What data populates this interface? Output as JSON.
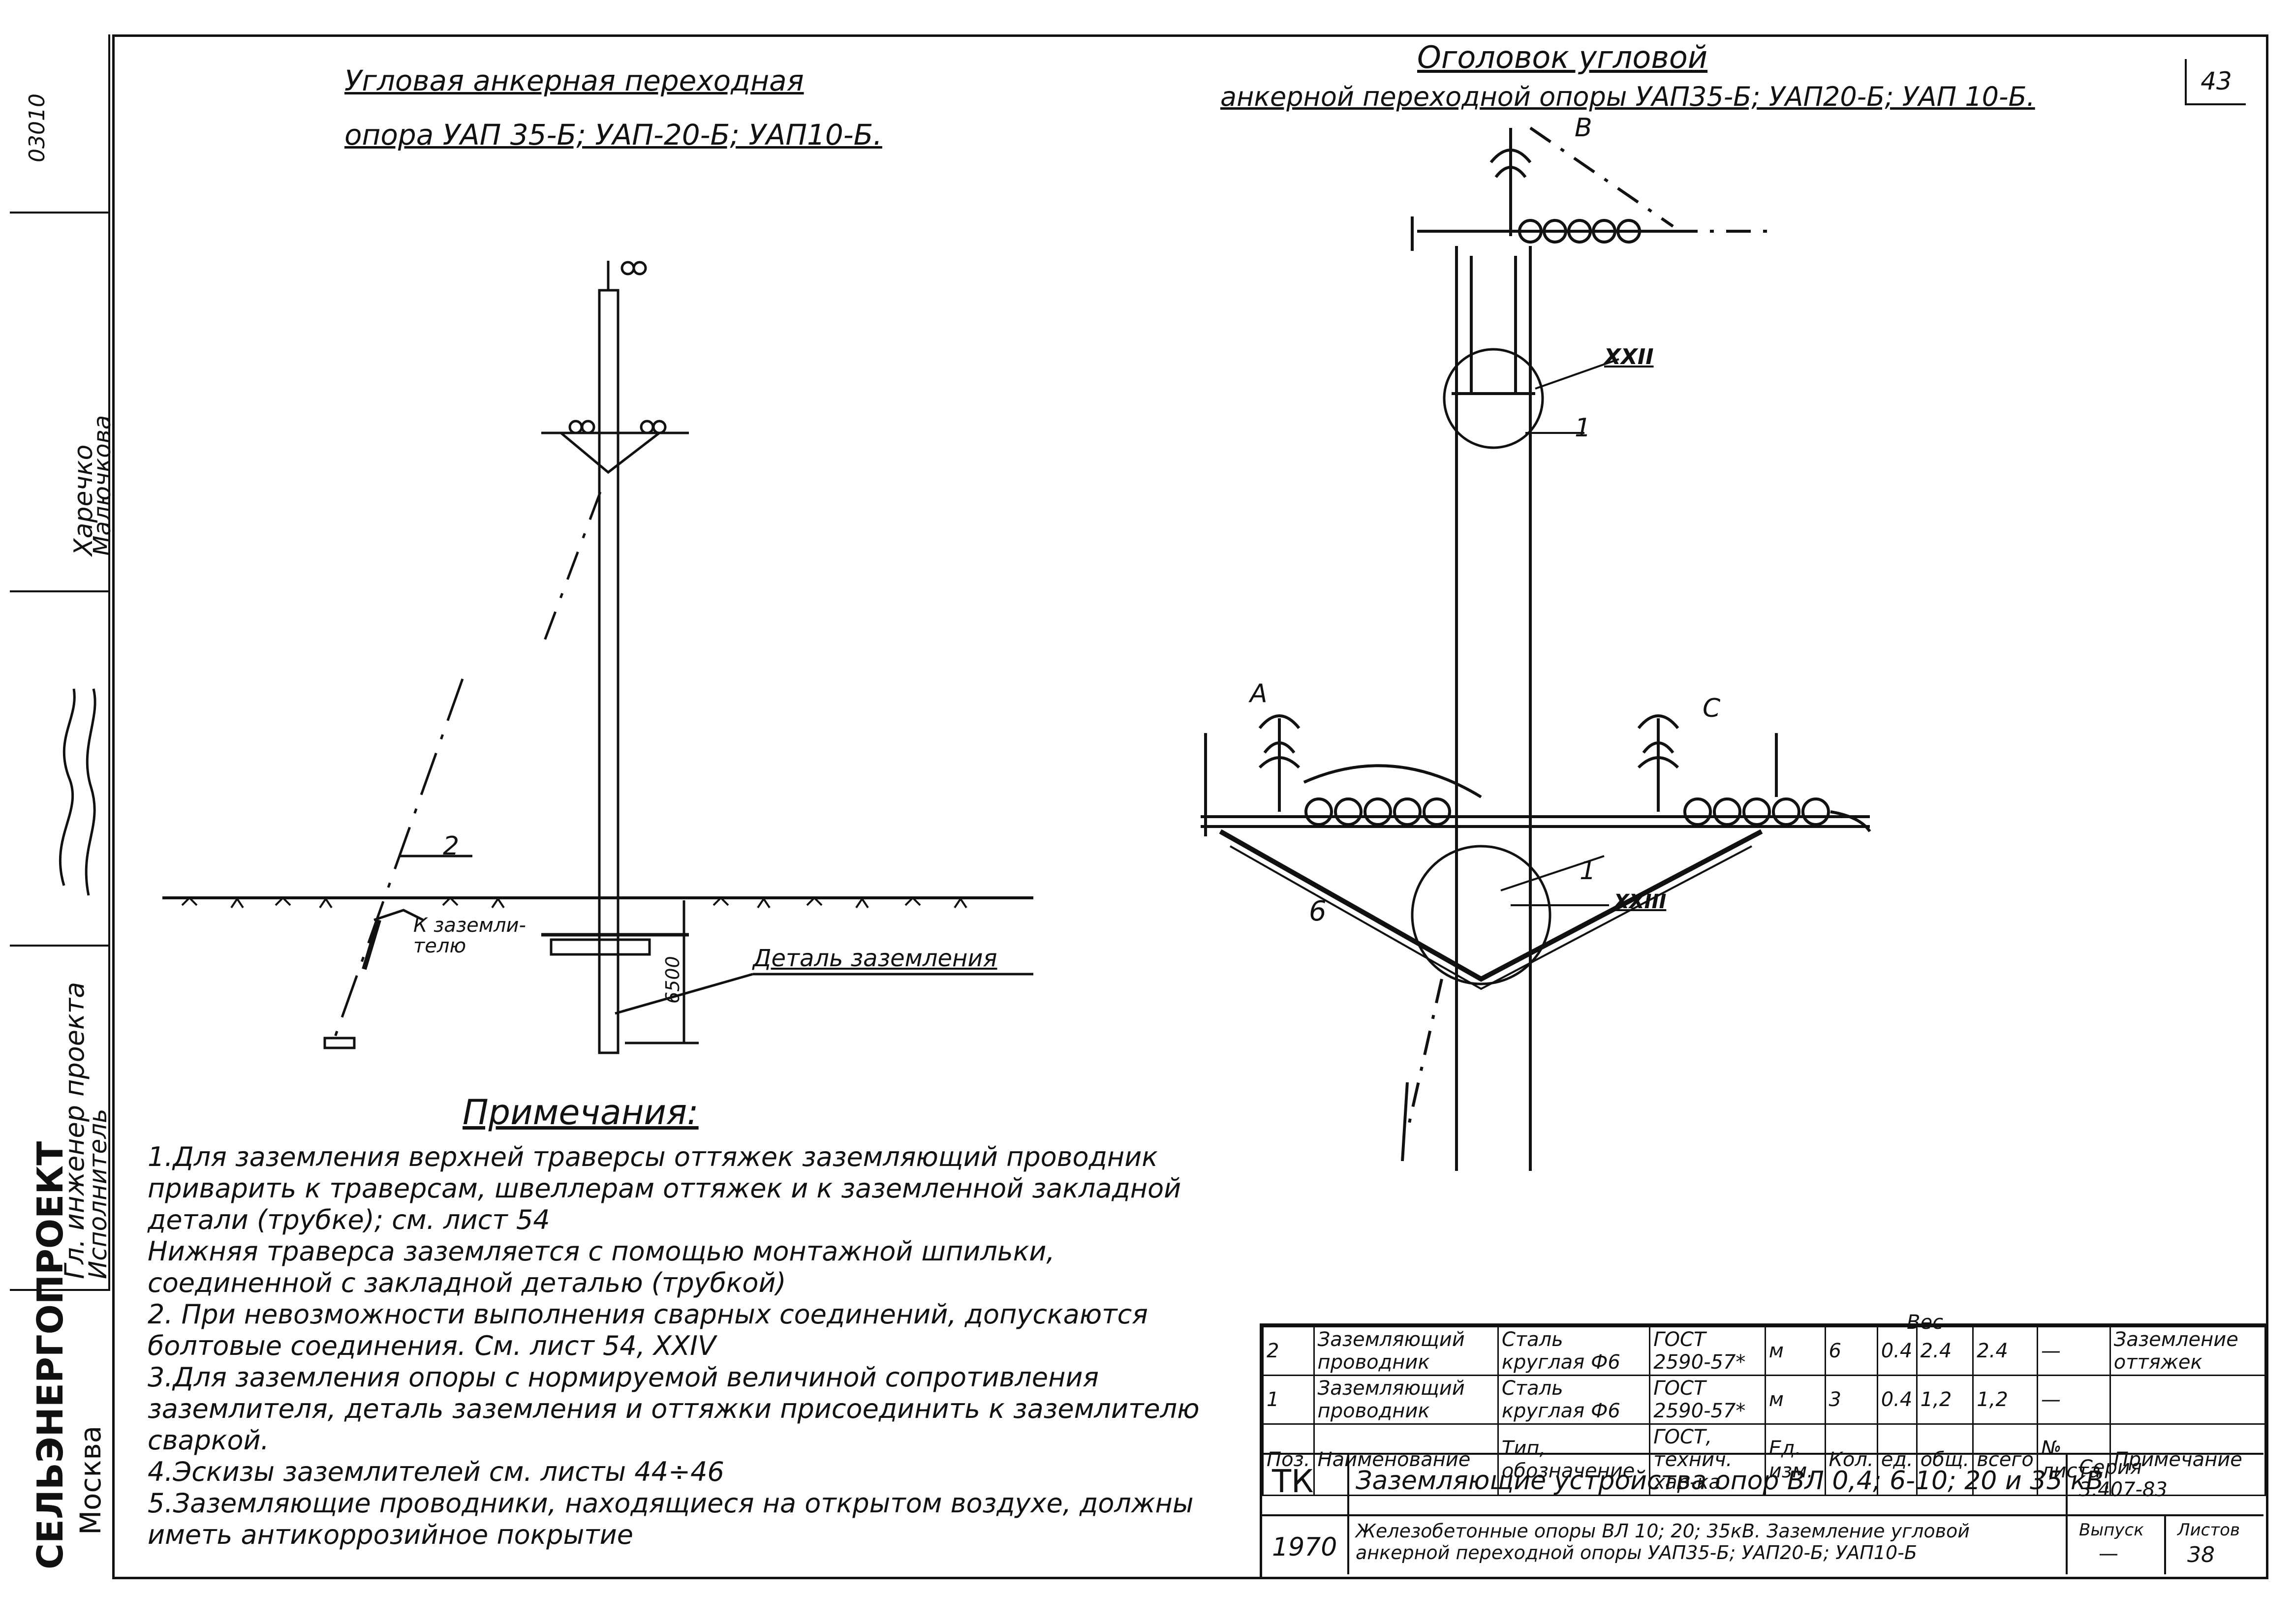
{
  "sidebar": {
    "top_code": "03010",
    "names": [
      "Харечко",
      "Малючкова"
    ],
    "signatures": "подписи",
    "roles": [
      "Гл. инженер проекта",
      "Исполнитель"
    ],
    "org": "СЕЛЬЭНЕРГОПРОЕКТ",
    "city": "Москва"
  },
  "page_number": "43",
  "left_view": {
    "title_line1": "Угловая анкерная переходная",
    "title_line2": "опора УАП 35-Б; УАП-20-Б; УАП10-Б.",
    "callout_2": "2",
    "label_ground": "К заземли-\nтелю",
    "dimension": "6500",
    "label_detail": "Деталь заземления"
  },
  "right_view": {
    "title_line1": "Оголовок угловой",
    "title_line2": "анкерной переходной опоры УАП35-Б; УАП20-Б; УАП 10-Б.",
    "label_B": "В",
    "label_A": "А",
    "label_C": "С",
    "label_XXII": "XXII",
    "label_XXIII": "XXIII",
    "callout_1a": "1",
    "callout_1b": "1",
    "callout_6": "6"
  },
  "notes": {
    "heading": "Примечания:",
    "items": [
      "1.Для заземления верхней траверсы оттяжек заземляющий проводник приварить к траверсам, швеллерам оттяжек и к заземленной закладной детали (трубке); см. лист 54",
      "Нижняя траверса заземляется с помощью монтажной шпильки, соединенной с закладной деталью (трубкой)",
      "2. При невозможности выполнения сварных соединений, допускаются болтовые соединения. См. лист 54, XXIV",
      "3.Для заземления опоры с нормируемой величиной сопротивления заземлителя, деталь заземления и оттяжки присоединить к заземлителю сваркой.",
      "4.Эскизы заземлителей см. листы 44÷46",
      "5.Заземляющие проводники, находящиеся на открытом воздухе, должны иметь антикоррозийное покрытие"
    ]
  },
  "spec_table": {
    "rows": [
      [
        "2",
        "Заземляющий проводник",
        "Сталь круглая Ф6",
        "ГОСТ 2590-57*",
        "м",
        "6",
        "0.4",
        "2.4",
        "2.4",
        "—",
        "Заземление оттяжек"
      ],
      [
        "1",
        "Заземляющий проводник",
        "Сталь круглая Ф6",
        "ГОСТ 2590-57*",
        "м",
        "3",
        "0.4",
        "1,2",
        "1,2",
        "—",
        ""
      ]
    ],
    "header": [
      "Поз.",
      "Наименование",
      "Тип, обозначение",
      "ГОСТ, технич. хар-ка",
      "Ед. изм.",
      "Кол.",
      "ед.",
      "общ.",
      "всего",
      "№ листа",
      "Примечание"
    ],
    "weight_label": "Вес"
  },
  "title_block": {
    "code": "ТК",
    "title": "Заземляющие устройства опор ВЛ 0,4; 6-10; 20 и 35 кВ.",
    "series_label": "Серия",
    "series": "3.407-83",
    "year": "1970",
    "subtitle": "Железобетонные опоры ВЛ 10; 20; 35кВ. Заземление угловой анкерной переходной опоры УАП35-Б; УАП20-Б; УАП10-Б",
    "issue_label": "Выпуск",
    "issue": "—",
    "sheet_label": "Листов",
    "sheet": "38"
  }
}
